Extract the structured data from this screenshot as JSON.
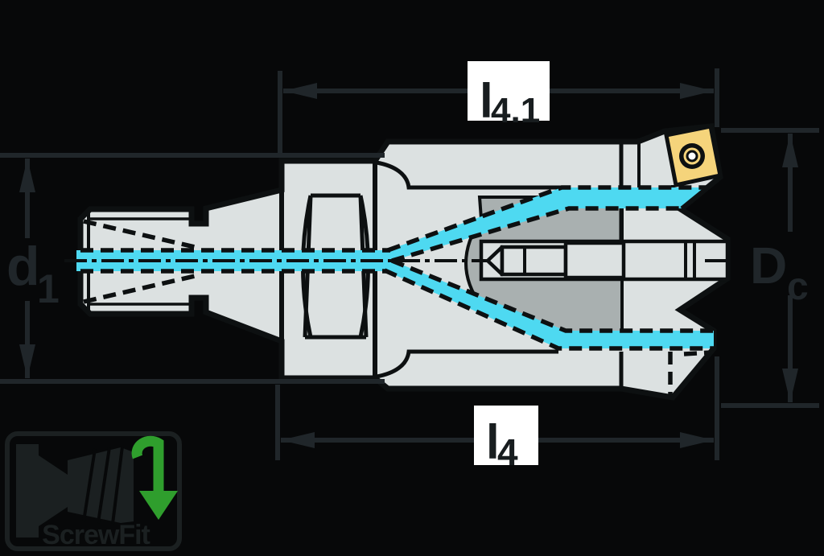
{
  "title": "ScrewFit cutter cross-section technical drawing",
  "dimensions": {
    "l41": {
      "main": "l",
      "sub": "4.1"
    },
    "l4": {
      "main": "l",
      "sub": "4"
    },
    "d1": {
      "main": "d",
      "sub": "1"
    },
    "dc": {
      "main": "D",
      "sub": "c"
    }
  },
  "logo": {
    "text": "ScrewFit"
  },
  "colors": {
    "background": "#070809",
    "body-fill": "#dce1e1",
    "pocket-fill": "#a9b0b0",
    "coolant": "#4ed9f1",
    "insert": "#f5d47b",
    "outline": "#0d1011",
    "dim": "#20262a",
    "label-box": "#ffffff",
    "label-text": "#181d1f",
    "logo-green": "#2f9e2d",
    "logo-dark": "#1b2021",
    "screw-hole-white": "#ffffff"
  }
}
